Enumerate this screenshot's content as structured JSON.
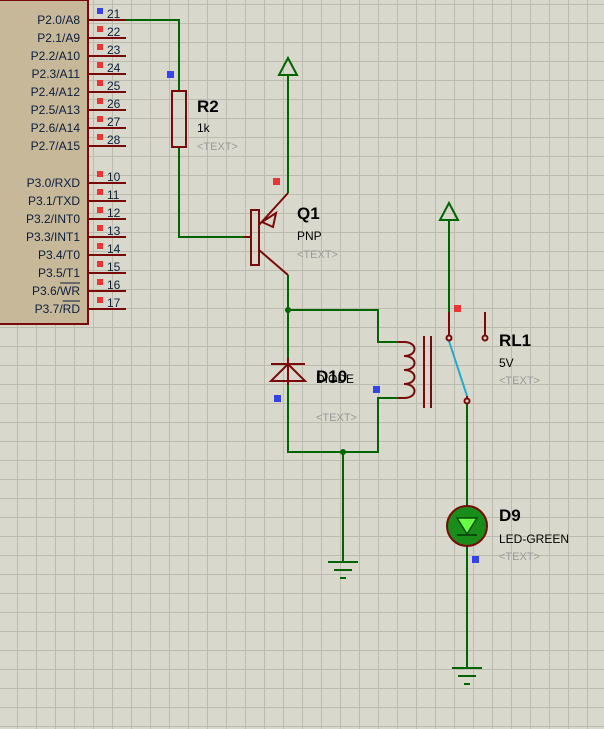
{
  "mcu": {
    "pins": [
      {
        "label": "P2.0/A8",
        "num": "21"
      },
      {
        "label": "P2.1/A9",
        "num": "22"
      },
      {
        "label": "P2.2/A10",
        "num": "23"
      },
      {
        "label": "P2.3/A11",
        "num": "24"
      },
      {
        "label": "P2.4/A12",
        "num": "25"
      },
      {
        "label": "P2.5/A13",
        "num": "26"
      },
      {
        "label": "P2.6/A14",
        "num": "27"
      },
      {
        "label": "P2.7/A15",
        "num": "28"
      },
      {
        "label": "P3.0/RXD",
        "num": "10"
      },
      {
        "label": "P3.1/TXD",
        "num": "11"
      },
      {
        "label": "P3.2/INT0",
        "num": "12"
      },
      {
        "label": "P3.3/INT1",
        "num": "13"
      },
      {
        "label": "P3.4/T0",
        "num": "14"
      },
      {
        "label": "P3.5/T1",
        "num": "15"
      },
      {
        "label": "P3.6/WR",
        "num": "16"
      },
      {
        "label": "P3.7/RD",
        "num": "17"
      }
    ]
  },
  "components": {
    "r2": {
      "ref": "R2",
      "value": "1k",
      "text": "<TEXT>"
    },
    "q1": {
      "ref": "Q1",
      "value": "PNP",
      "text": "<TEXT>"
    },
    "d10": {
      "ref": "D10",
      "value": "DIODE",
      "text": "<TEXT>"
    },
    "rl1": {
      "ref": "RL1",
      "value": "5V",
      "text": "<TEXT>"
    },
    "d9": {
      "ref": "D9",
      "value": "LED-GREEN",
      "text": "<TEXT>"
    }
  },
  "colors": {
    "wire": "#006400",
    "component": "#7a0a0a",
    "mcu_body": "#c8b89a",
    "pin_marker_red": "#ee3333",
    "pin_marker_blue": "#3344ee",
    "led_fill": "#1a8c1a",
    "switch_arm": "#22aacc"
  }
}
